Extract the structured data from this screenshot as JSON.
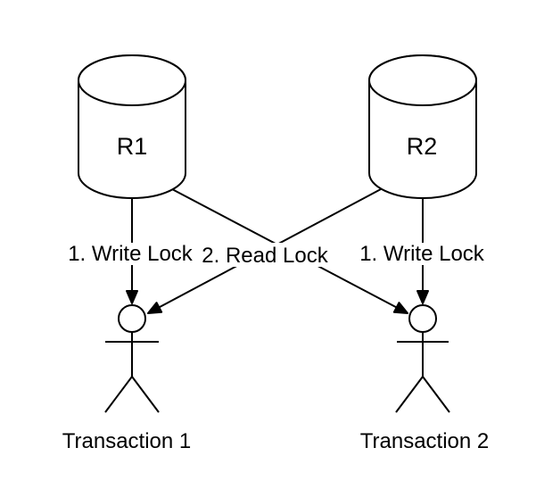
{
  "diagram": {
    "colors": {
      "background": "#ffffff",
      "line": "#000000",
      "text": "#000000",
      "shape_fill": "#ffffff"
    },
    "nodes": {
      "r1": {
        "label": "R1",
        "shape": "database-cylinder"
      },
      "r2": {
        "label": "R2",
        "shape": "database-cylinder"
      },
      "transaction1": {
        "label": "Transaction 1",
        "shape": "actor"
      },
      "transaction2": {
        "label": "Transaction 2",
        "shape": "actor"
      }
    },
    "edges": {
      "write_lock_left": {
        "label": "1. Write Lock",
        "from": "R1",
        "to": "Transaction 1"
      },
      "write_lock_right": {
        "label": "1. Write Lock",
        "from": "R2",
        "to": "Transaction 2"
      },
      "read_lock": {
        "label": "2. Read Lock",
        "arrows": [
          {
            "from": "R1",
            "to": "Transaction 2"
          },
          {
            "from": "R2",
            "to": "Transaction 1"
          }
        ]
      }
    }
  }
}
